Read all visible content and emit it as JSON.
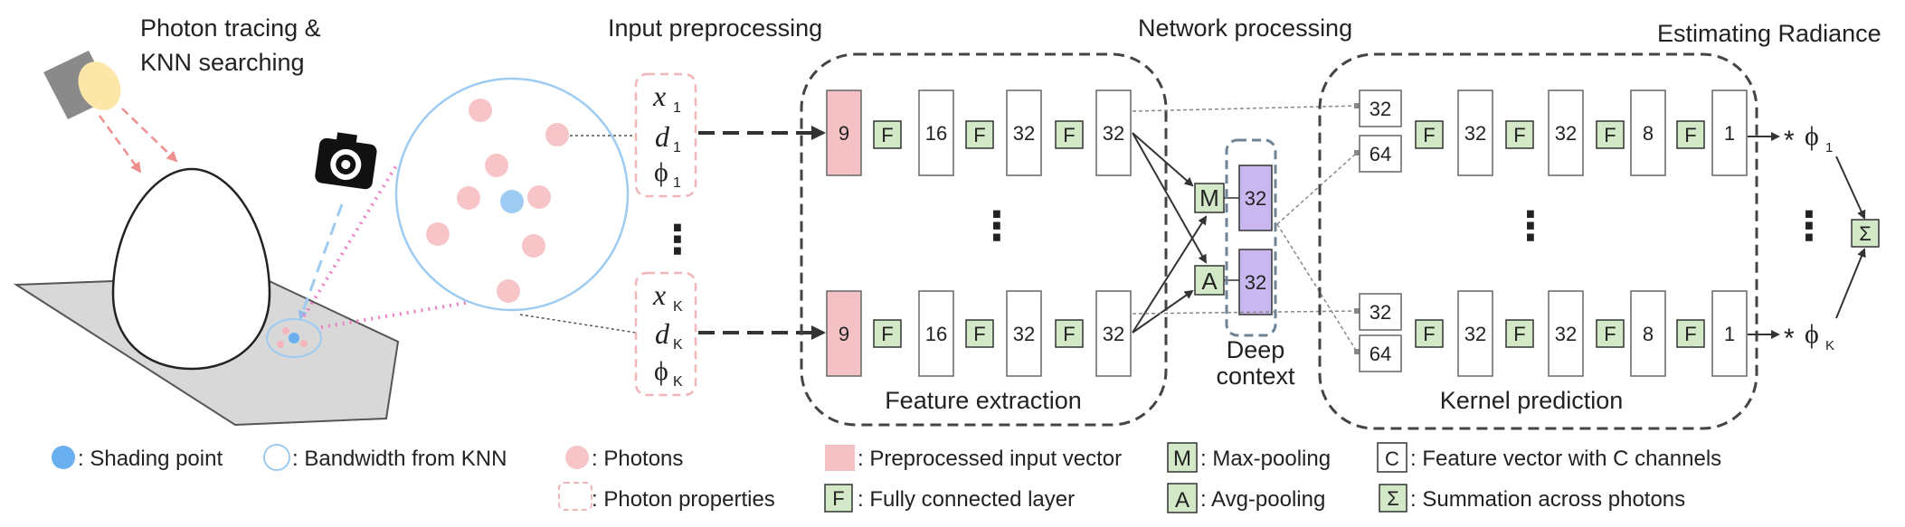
{
  "sections": {
    "photon_tracing_line1": "Photon tracing &",
    "photon_tracing_line2": "KNN searching",
    "input_preprocessing": "Input preprocessing",
    "network_processing": "Network processing",
    "estimating_radiance": "Estimating Radiance"
  },
  "inputs": {
    "top": {
      "x": "x",
      "d": "d",
      "phi": "ϕ",
      "sub": "1"
    },
    "bottom": {
      "x": "x",
      "d": "d",
      "phi": "ϕ",
      "sub": "K"
    },
    "ellipsis": "⋮"
  },
  "feature_extraction": {
    "label": "Feature extraction",
    "top_row": {
      "input": "9",
      "f": "F",
      "h1": "16",
      "h2": "32",
      "h3": "32"
    },
    "bottom_row": {
      "input": "9",
      "f": "F",
      "h1": "16",
      "h2": "32",
      "h3": "32"
    }
  },
  "pooling": {
    "max": "M",
    "avg": "A",
    "max_out": "32",
    "avg_out": "32"
  },
  "deep_context": {
    "line1": "Deep",
    "line2": "context"
  },
  "kernel_prediction": {
    "label": "Kernel prediction",
    "top_row": {
      "in_a": "32",
      "in_b": "64",
      "f": "F",
      "h1": "32",
      "h2": "32",
      "h3": "8",
      "out": "1"
    },
    "bottom_row": {
      "in_a": "32",
      "in_b": "64",
      "f": "F",
      "h1": "32",
      "h2": "32",
      "h3": "8",
      "out": "1"
    }
  },
  "radiance": {
    "mult": "*",
    "phi": "ϕ",
    "sub_top": "1",
    "sub_bottom": "K",
    "sum": "Σ"
  },
  "legend": {
    "shading_point": ": Shading point",
    "bandwidth": ": Bandwidth from KNN",
    "photons": ": Photons",
    "photon_properties": ": Photon properties",
    "preprocessed": ": Preprocessed input vector",
    "fc_symbol": "F",
    "fc": ": Fully connected layer",
    "max_symbol": "M",
    "max_pooling": ": Max-pooling",
    "avg_symbol": "A",
    "avg_pooling": ": Avg-pooling",
    "c_symbol": "C",
    "feature_vector": ": Feature vector with C channels",
    "sum_symbol": "Σ",
    "summation": ": Summation across photons"
  },
  "colors": {
    "pink": "#f7c5c8",
    "pink_box": "#f4c2c5",
    "blue": "#9ecbf2",
    "green": "#d3e8c7",
    "purple": "#c9b8f0",
    "dashed_box": "#444444",
    "photon_props": "#f0b6b8",
    "deep_ctx": "#6f8496"
  }
}
